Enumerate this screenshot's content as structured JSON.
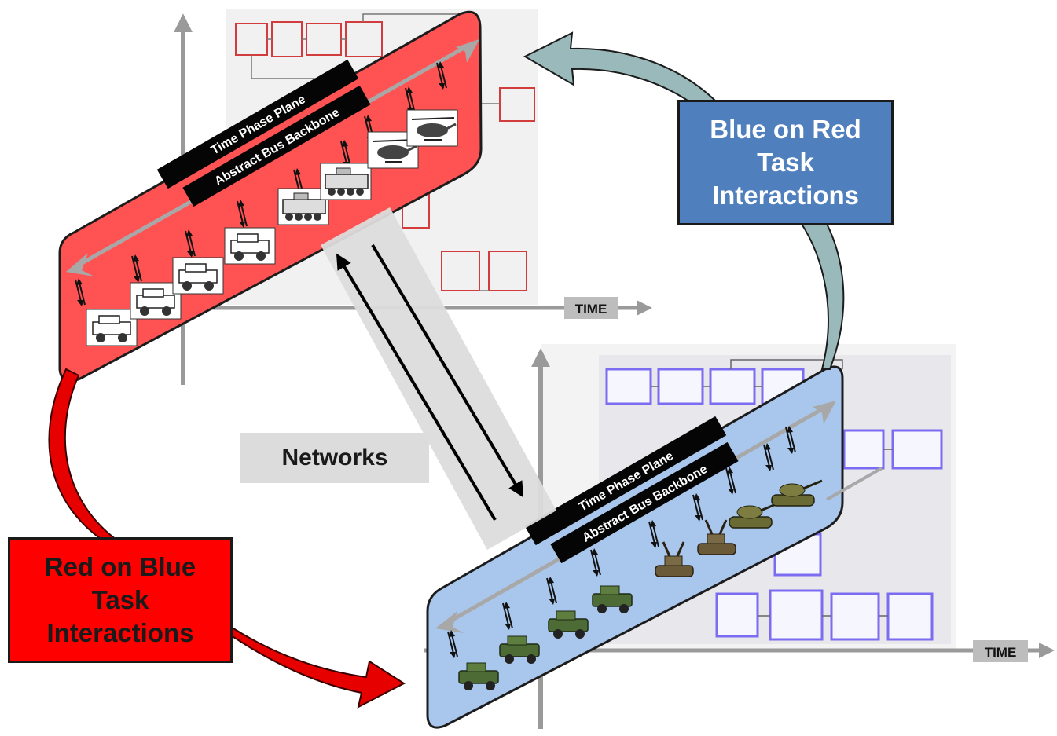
{
  "upper_plane": {
    "title": "Time Phase Plane",
    "bus": "Abstract Bus Backbone",
    "time_axis": "TIME",
    "fill_color": "#ff5050",
    "vehicles": [
      "humvee",
      "humvee",
      "humvee",
      "humvee",
      "stryker",
      "stryker",
      "helicopter",
      "helicopter"
    ]
  },
  "lower_plane": {
    "title": "Time Phase Plane",
    "bus": "Abstract Bus Backbone",
    "time_axis": "TIME",
    "fill_color": "#a9c6ec",
    "vehicles": [
      "camo-humvee",
      "camo-humvee",
      "camo-humvee",
      "camo-humvee",
      "anti-air-tank",
      "anti-air-tank",
      "battle-tank",
      "battle-tank"
    ]
  },
  "labels": {
    "red_on_blue": "Red on Blue Task Interactions",
    "blue_on_red": "Blue on Red Task Interactions",
    "networks": "Networks"
  },
  "colors": {
    "red": "#ff0000",
    "blue": "#4f7fbd",
    "arrow_teal": "#9ab9bb",
    "network_band": "#dcdcdc"
  }
}
